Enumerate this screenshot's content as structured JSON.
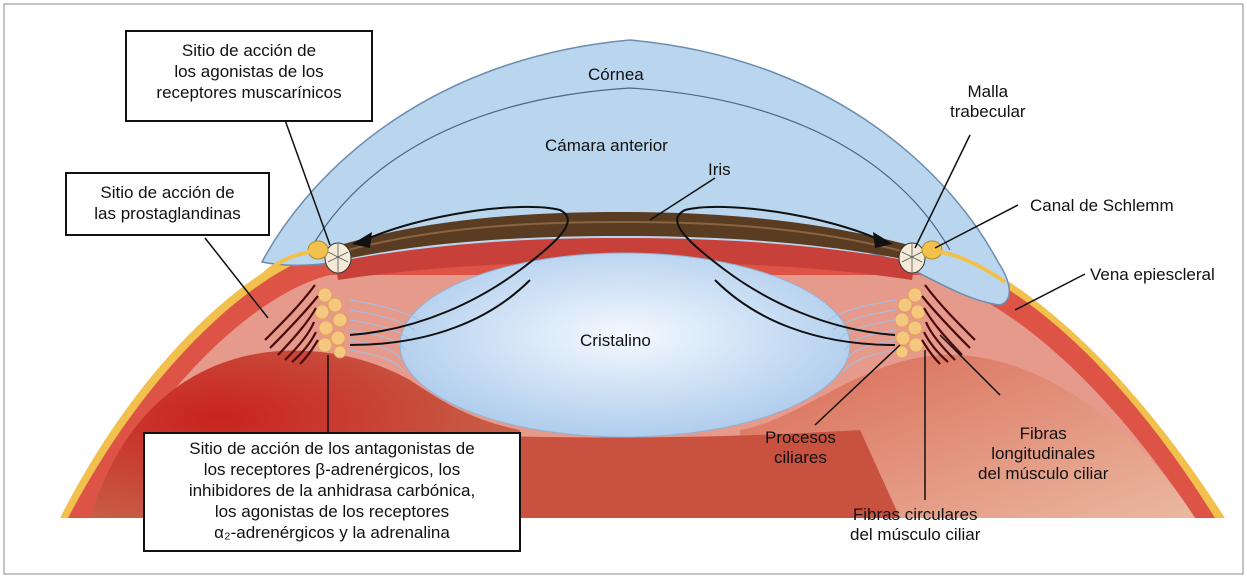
{
  "figure": {
    "labels": {
      "cornea": "Córnea",
      "anterior_chamber": "Cámara anterior",
      "iris": "Iris",
      "lens": "Cristalino",
      "trabecular_meshwork": [
        "Malla",
        "trabecular"
      ],
      "schlemm_canal": "Canal de Schlemm",
      "episcleral_vein": "Vena epiescleral",
      "ciliary_processes": [
        "Procesos",
        "ciliares"
      ],
      "longitudinal_fibers": [
        "Fibras",
        "longitudinales",
        "del músculo ciliar"
      ],
      "circular_fibers": [
        "Fibras circulares",
        "del músculo ciliar"
      ]
    },
    "callouts": {
      "muscarinic": [
        "Sitio de acción de",
        "los agonistas de los",
        "receptores muscarínicos"
      ],
      "prostaglandins": [
        "Sitio de acción de",
        "las prostaglandinas"
      ],
      "beta_blockers": [
        "Sitio de acción de los antagonistas de",
        "los receptores β-adrenérgicos, los",
        "inhibidores de la anhidrasa carbónica,",
        "los agonistas de los receptores",
        "α₂-adrenérgicos y la adrenalina"
      ]
    },
    "colors": {
      "cornea_fill": "#b9d6ee",
      "cornea_edge": "#7f9fc0",
      "sclera_outer": "#f2c04d",
      "tissue_red": "#d9493f",
      "tissue_pink": "#e8a195",
      "choroid_dark": "#a8171a",
      "iris_brown": "#5a3c22",
      "lens_fill": "#cfe3f7",
      "ciliary_yellow": "#f5c87f"
    }
  }
}
